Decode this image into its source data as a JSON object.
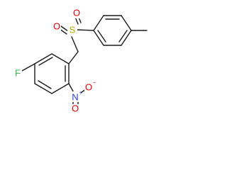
{
  "atoms": {
    "sulfur": {
      "symbol": "S",
      "color": "#b8a800"
    },
    "oxygen_sulfonyl_left": {
      "symbol": "O",
      "color": "#e00000"
    },
    "oxygen_sulfonyl_right": {
      "symbol": "O",
      "color": "#e00000"
    },
    "fluorine": {
      "symbol": "F",
      "color": "#3cb14a"
    },
    "nitro_nitrogen": {
      "symbol": "N",
      "charge": "+",
      "color": "#2f3ccf"
    },
    "nitro_oxygen_top": {
      "symbol": "O",
      "charge": "−",
      "color": "#e00000"
    },
    "nitro_oxygen_bottom": {
      "symbol": "O",
      "color": "#e00000"
    }
  },
  "colors": {
    "bond": "#1a1a1a",
    "background": "#ffffff"
  }
}
